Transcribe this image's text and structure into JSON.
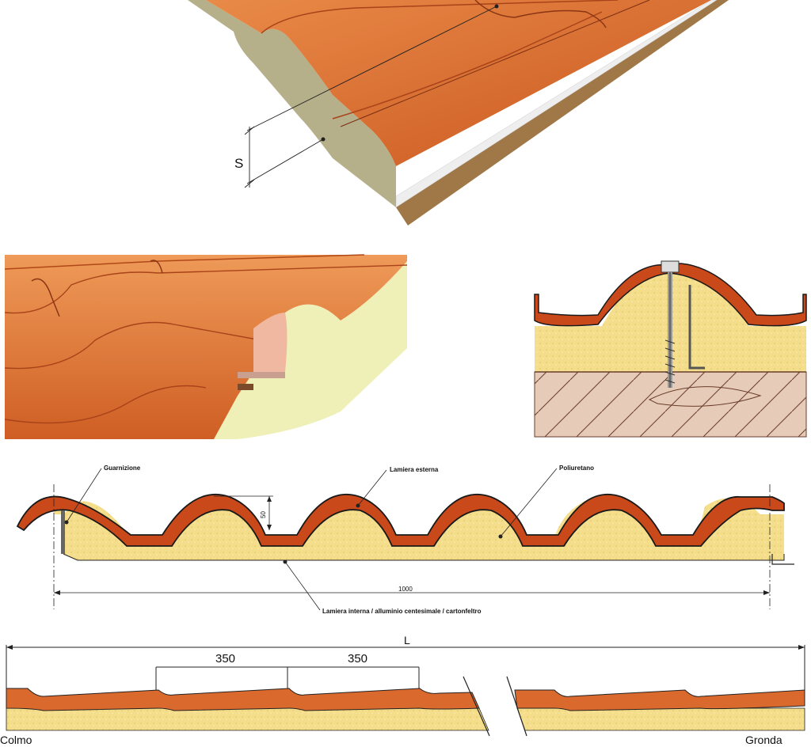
{
  "panel_3d": {
    "thickness_label": "S"
  },
  "cross_section": {
    "labels": {
      "gasket": "Guarnizione",
      "outer_sheet": "Lamiera esterna",
      "insulation": "Poliuretano",
      "inner_sheet": "Lamiera interna / alluminio centesimale / cartonfeltro"
    },
    "height_dim": "50",
    "width_dim": "1000"
  },
  "longitudinal": {
    "length_label": "L",
    "spacing_1": "350",
    "spacing_2": "350",
    "left_end": "Colmo",
    "right_end": "Gronda"
  },
  "colors": {
    "terracotta": "#d9692c",
    "terracotta_dark": "#b8471a",
    "foam": "#f3dc86",
    "wood": "#e6cbb9",
    "sheet_edge": "#2b1a10"
  }
}
